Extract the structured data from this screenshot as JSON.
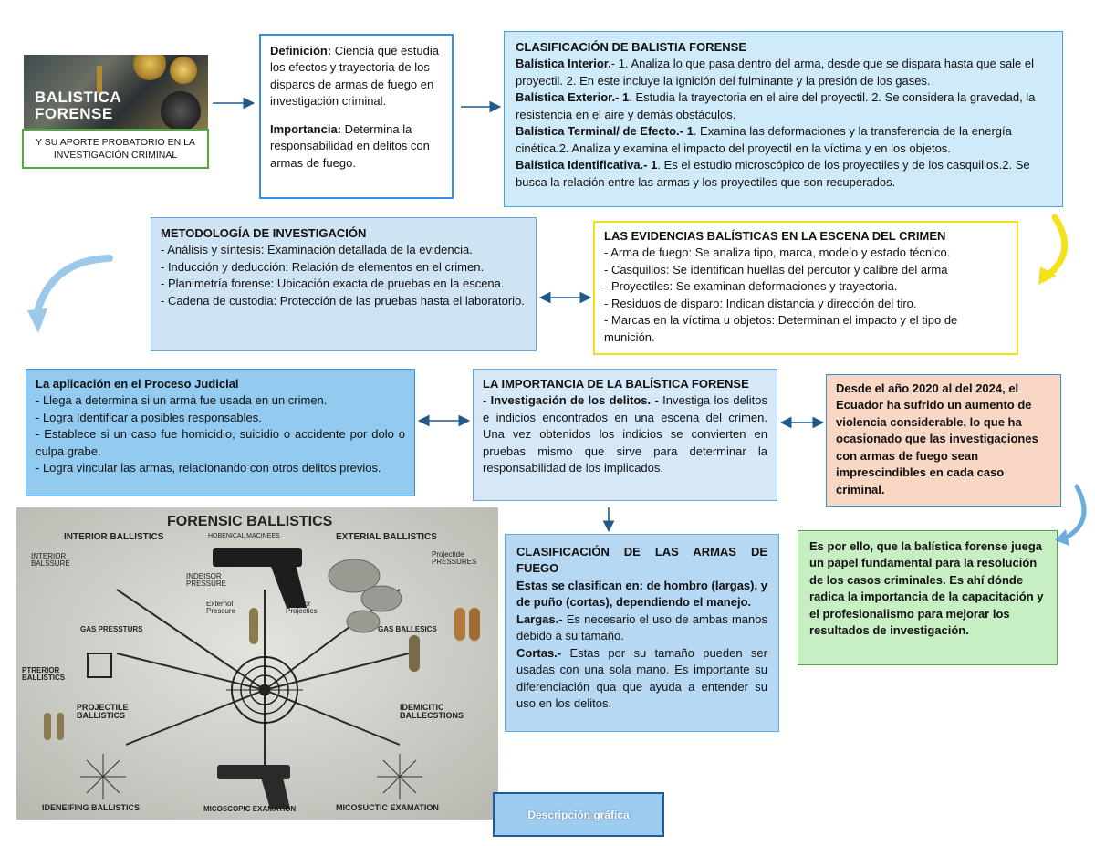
{
  "title_image": {
    "line1": "BALISTICA",
    "line2": "FORENSE"
  },
  "subtitle": "Y SU APORTE PROBATORIO EN LA INVESTIGACIÓN CRIMINAL",
  "definition": {
    "def_label": "Definición:",
    "def_text": " Ciencia que estudia los efectos y trayectoria de los disparos de armas de fuego en investigación criminal.",
    "imp_label": "Importancia:",
    "imp_text": " Determina la responsabilidad en delitos con armas de fuego."
  },
  "classification": {
    "title": "CLASIFICACIÓN DE BALISTIA FORENSE",
    "items": [
      {
        "label": "Balística Interior.",
        "text": "- 1. Analiza lo que pasa dentro del arma, desde que se dispara hasta que sale el proyectil. 2. En este incluye la ignición del fulminante y la presión de los gases."
      },
      {
        "label": "Balística Exterior.- 1",
        "text": ". Estudia la trayectoria en el aire del proyectil. 2. Se considera la gravedad, la resistencia en el aire y demás obstáculos."
      },
      {
        "label": "Balística Terminal/ de Efecto.- 1",
        "text": ". Examina las deformaciones y la transferencia de la energía cinética.2. Analiza y examina el impacto del proyectil en la víctima y en los objetos."
      },
      {
        "label": "Balística Identificativa.- 1",
        "text": ". Es el estudio microscópico de los proyectiles y de los casquillos.2. Se busca la relación entre las armas y los proyectiles que son recuperados."
      }
    ]
  },
  "methodology": {
    "title": "METODOLOGÍA DE INVESTIGACIÓN",
    "items": [
      "- Análisis y síntesis: Examinación detallada de la evidencia.",
      "- Inducción y deducción: Relación de elementos en el crimen.",
      "- Planimetría forense: Ubicación exacta de pruebas en la escena.",
      "- Cadena de custodia: Protección de las pruebas hasta el laboratorio."
    ]
  },
  "evidence": {
    "title": "LAS EVIDENCIAS BALÍSTICAS EN LA ESCENA DEL CRIMEN",
    "items": [
      "- Arma de fuego: Se analiza tipo, marca, modelo y estado técnico.",
      "- Casquillos: Se identifican huellas del percutor y calibre del arma",
      "- Proyectiles: Se examinan deformaciones y trayectoria.",
      "- Residuos de disparo: Indican distancia y dirección del tiro.",
      "- Marcas en la víctima u objetos: Determinan el impacto y el tipo de munición."
    ]
  },
  "application": {
    "title": "La aplicación en el Proceso Judicial",
    "items": [
      "- Llega a determina si un arma fue usada en un crimen.",
      "- Logra Identificar a posibles responsables.",
      "- Establece si un caso fue homicidio, suicidio o accidente por dolo o culpa grabe.",
      "- Logra vincular las armas, relacionando con otros delitos previos."
    ]
  },
  "importance": {
    "title": "LA IMPORTANCIA DE LA BALÍSTICA FORENSE",
    "label": "- Investigación de los delitos. -",
    "text": " Investiga los delitos e indicios encontrados en una escena del crimen. Una vez obtenidos los indicios se convierten en pruebas mismo que sirve para determinar la responsabilidad de los implicados."
  },
  "ecuador": {
    "text": "Desde el año 2020 al del 2024, el Ecuador ha sufrido un aumento de violencia considerable, lo que ha ocasionado que las investigaciones con armas de fuego sean imprescindibles en cada caso criminal."
  },
  "firearms": {
    "title": "CLASIFICACIÓN DE LAS ARMAS DE FUEGO",
    "intro": "Estas se clasifican en: de hombro (largas), y de puño (cortas), dependiendo el manejo.",
    "largas_label": "Largas.-",
    "largas_text": " Es necesario el uso de ambas manos debido a su tamaño.",
    "cortas_label": "Cortas.-",
    "cortas_text": " Estas por su tamaño pueden ser usadas con una sola mano. Es importante su diferenciación qua que ayuda a entender su uso en los delitos."
  },
  "conclusion": {
    "text": "Es por ello, que la balística forense juega un papel fundamental para la resolución de los casos criminales. Es ahí dónde radica la importancia de la capacitación y el profesionalismo para mejorar los resultados de investigación."
  },
  "infographic": {
    "title": "FORENSIC BALLISTICS",
    "subtitle": "HOBENICAL MACINEES",
    "labels": {
      "interior": "INTERIOR BALLISTICS",
      "exterior": "EXTERIAL BALLISTICS",
      "int_bal": "INTERIOR BALSSURE",
      "indeisor": "INDEISOR PRESSURE",
      "projectile_p": "Projectide PRESSURES",
      "ext_press": "Externol Pressure",
      "ext_proj": "Exterior Projectics",
      "gas_pres": "GAS PRESSTURS",
      "gas_bal": "GAS BALLESICS",
      "ptrerior": "PTRERIOR BALLISTICS",
      "projectile_b": "PROJECTILE BALLISTICS",
      "ident_b": "IDEMICITIC BALLECSTIONS",
      "identifying_b": "IDENEIFING BALLISTICS",
      "micro_exam": "MICOSCOPIC EXAMATION",
      "micos_exam": "MICOSUCTIC EXAMATION"
    }
  },
  "desc_button": "Descripción gráfica",
  "colors": {
    "blue_border": "#3a8fd6",
    "green": "#4caf3a",
    "yellow": "#f5e11b",
    "arrow": "#1f5a8a"
  }
}
